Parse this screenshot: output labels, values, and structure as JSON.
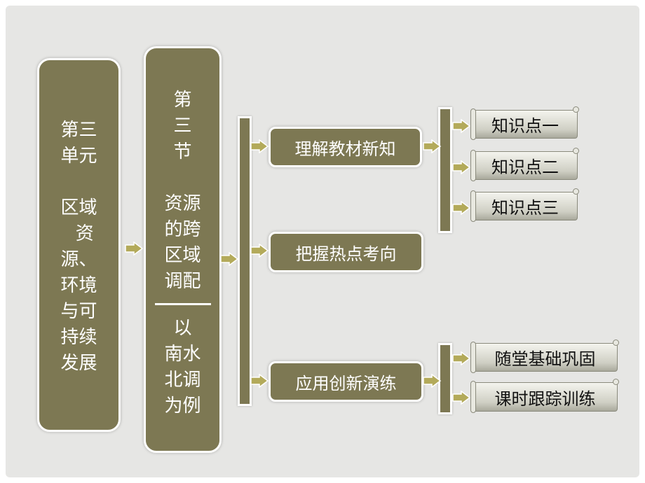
{
  "unit_box": {
    "lines": [
      "第三",
      "单元",
      "",
      "区域",
      "  资",
      "源、",
      "环境",
      "与可",
      "持续",
      "发展"
    ]
  },
  "section_box": {
    "top_lines": [
      "第",
      "三",
      "节",
      "",
      "资源",
      "的跨",
      "区域",
      "调配"
    ],
    "bottom_lines": [
      "以",
      "南水",
      "北调",
      "为例"
    ]
  },
  "middle": [
    "理解教材新知",
    "把握热点考向",
    "应用创新演练"
  ],
  "knowledge_points": [
    "知识点一",
    "知识点二",
    "知识点三"
  ],
  "practice": [
    "随堂基础巩固",
    "课时跟踪训练"
  ],
  "colors": {
    "box": "#7d7853",
    "arrow": "#b3aa5a",
    "background": "#e6e6e4"
  }
}
